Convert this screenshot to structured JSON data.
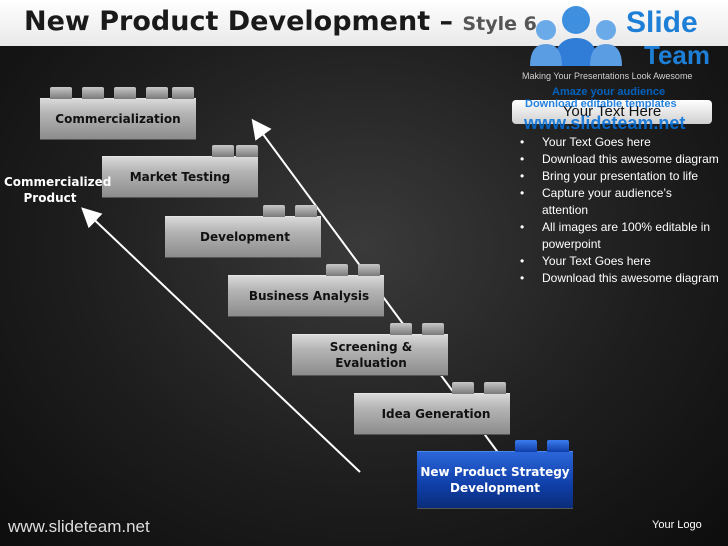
{
  "title": {
    "main": "New Product Development –",
    "style": "Style 6"
  },
  "logo": {
    "word1": "Slide",
    "word2": "Team",
    "tagline": "Making Your Presentations Look Awesome"
  },
  "watermark": {
    "line1": "Amaze your audience",
    "line2": "Download editable templates",
    "url": "www.slideteam.net"
  },
  "text_box": {
    "heading": "Your Text Here"
  },
  "bullets": [
    "Your Text Goes here",
    "Download this awesome diagram",
    "Bring your presentation to life",
    "Capture your audience’s attention",
    "All images are 100% editable in powerpoint",
    "Your Text Goes here",
    "Download this awesome diagram"
  ],
  "diagram": {
    "side_label": "Commercialized Product",
    "steps": [
      "Commercialization",
      "Market Testing",
      "Development",
      "Business Analysis",
      "Screening & Evaluation",
      "Idea Generation",
      "New Product Strategy Development"
    ]
  },
  "colors": {
    "highlight_brick": "#0f3ea7",
    "logo_blue": "#1e7fd6"
  },
  "footer": {
    "url": "www.slideteam.net",
    "logo_placeholder": "Your Logo"
  }
}
